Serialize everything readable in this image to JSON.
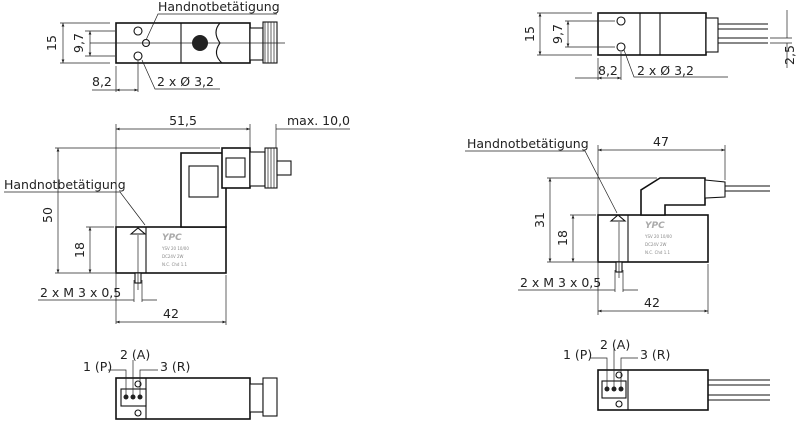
{
  "left": {
    "top_view": {
      "manual_override_label": "Handnotbetätigung",
      "dim_height": "15",
      "dim_hole_spacing": "9,7",
      "dim_offset": "8,2",
      "dim_holes": "2 x Ø 3,2"
    },
    "side_view": {
      "dim_length": "51,5",
      "dim_max": "max. 10,0",
      "manual_override_label": "Handnotbetätigung",
      "dim_total_height": "50",
      "dim_body_height": "18",
      "dim_thread": "2 x M 3 x 0,5",
      "dim_body_length": "42",
      "nameplate": {
        "brand": "YPC",
        "line1": "YSV 20   10/00",
        "line2": "DC24V     2W",
        "line3": "N.C.  Chd  1.1"
      }
    },
    "bottom_view": {
      "port1": "1 (P)",
      "port2": "2 (A)",
      "port3": "3 (R)"
    }
  },
  "right": {
    "top_view": {
      "dim_height": "15",
      "dim_hole_spacing": "9,7",
      "dim_offset": "8,2",
      "dim_holes": "2 x Ø 3,2",
      "dim_wire": "2,5"
    },
    "side_view": {
      "manual_override_label": "Handnotbetätigung",
      "dim_length": "47",
      "dim_total_height": "31",
      "dim_body_height": "18",
      "dim_thread": "2 x M 3 x 0,5",
      "dim_body_length": "42",
      "nameplate": {
        "brand": "YPC",
        "line1": "YSV 20   10/00",
        "line2": "DC24V     2W",
        "line3": "N.C.  Chd  1.1"
      }
    },
    "bottom_view": {
      "port1": "1 (P)",
      "port2": "2 (A)",
      "port3": "3 (R)"
    }
  }
}
